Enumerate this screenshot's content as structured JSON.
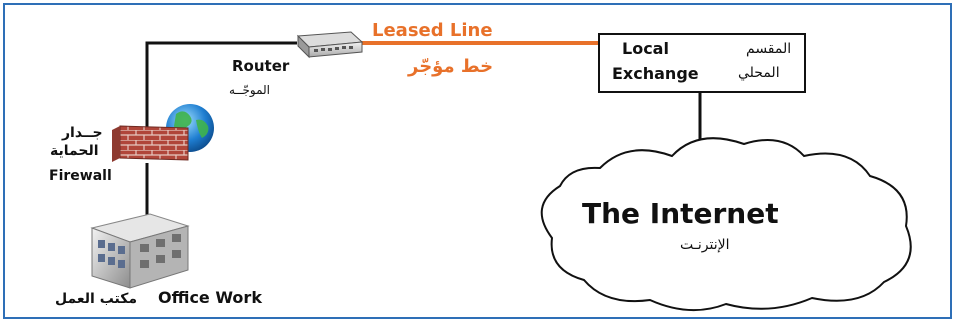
{
  "diagram": {
    "leased_line": {
      "en": "Leased Line",
      "ar": "خط مؤجّر",
      "color": "#e8712a"
    },
    "router": {
      "en": "Router",
      "ar": "الموجّــه"
    },
    "firewall": {
      "ar_line1": "جــدار",
      "ar_line2": "الحماية",
      "en": "Firewall"
    },
    "office": {
      "en": "Office Work",
      "ar": "مكتب العمل"
    },
    "local_exchange": {
      "en_line1": "Local",
      "en_line2": "Exchange",
      "ar_line1": "المقسم",
      "ar_line2": "المحلي"
    },
    "internet": {
      "en": "The Internet",
      "ar": "الإنترنـت"
    },
    "icons": [
      "router-icon",
      "firewall-icon",
      "globe-icon",
      "office-building-icon",
      "internet-cloud-icon"
    ],
    "colors": {
      "frame": "#2e6fb7",
      "line": "#111111",
      "leased": "#e8712a"
    }
  }
}
